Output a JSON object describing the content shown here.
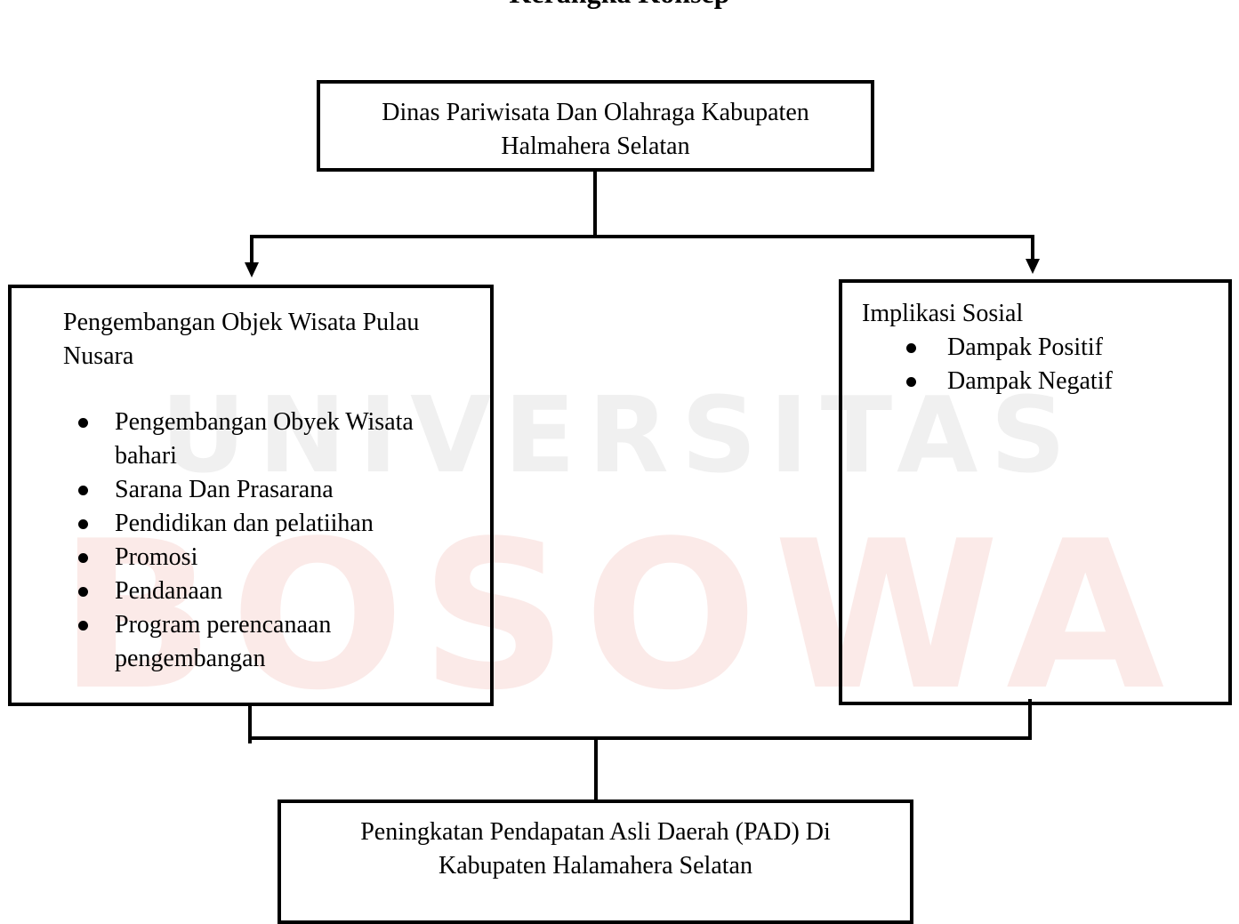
{
  "heading": "Kerangka Konsep",
  "watermark": {
    "line1": "UNIVERSITAS",
    "line2": "BOSOWA"
  },
  "diagram": {
    "top_box": {
      "line1": "Dinas Pariwisata Dan Olahraga Kabupaten",
      "line2": "Halmahera Selatan"
    },
    "left_box": {
      "title_line1": "Pengembangan Objek Wisata Pulau",
      "title_line2": "Nusara",
      "items": [
        {
          "line1": "Pengembangan Obyek Wisata",
          "line2": "bahari"
        },
        {
          "line1": "Sarana Dan Prasarana",
          "line2": ""
        },
        {
          "line1": "Pendidikan dan pelatiihan",
          "line2": ""
        },
        {
          "line1": "Promosi",
          "line2": ""
        },
        {
          "line1": "Pendanaan",
          "line2": ""
        },
        {
          "line1": "Program perencanaan",
          "line2": "pengembangan"
        }
      ]
    },
    "right_box": {
      "title": "Implikasi Sosial",
      "items": [
        "Dampak Positif",
        "Dampak Negatif"
      ]
    },
    "bottom_box": {
      "line1": "Peningkatan Pendapatan Asli Daerah (PAD) Di",
      "line2": "Kabupaten Halamahera Selatan"
    }
  }
}
